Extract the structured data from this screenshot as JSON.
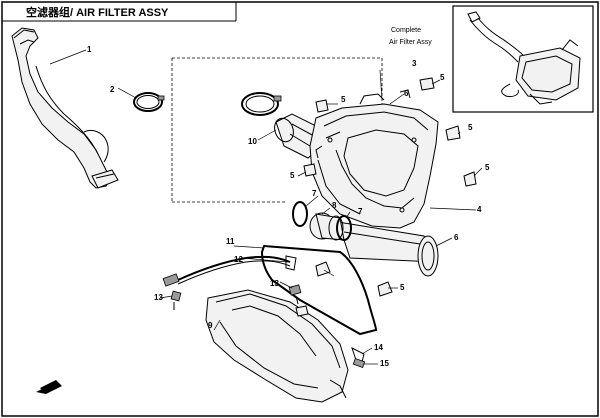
{
  "title": "空滤器组/ AIR FILTER ASSY",
  "inset_label": {
    "line1": "Complete",
    "line2": "Air  Filter  Assy"
  },
  "callouts": [
    "1",
    "2",
    "3",
    "4",
    "5",
    "5",
    "5",
    "5",
    "5",
    "5",
    "6",
    "6",
    "7",
    "7",
    "8",
    "9",
    "10",
    "11",
    "12",
    "13",
    "13",
    "14",
    "15"
  ]
}
